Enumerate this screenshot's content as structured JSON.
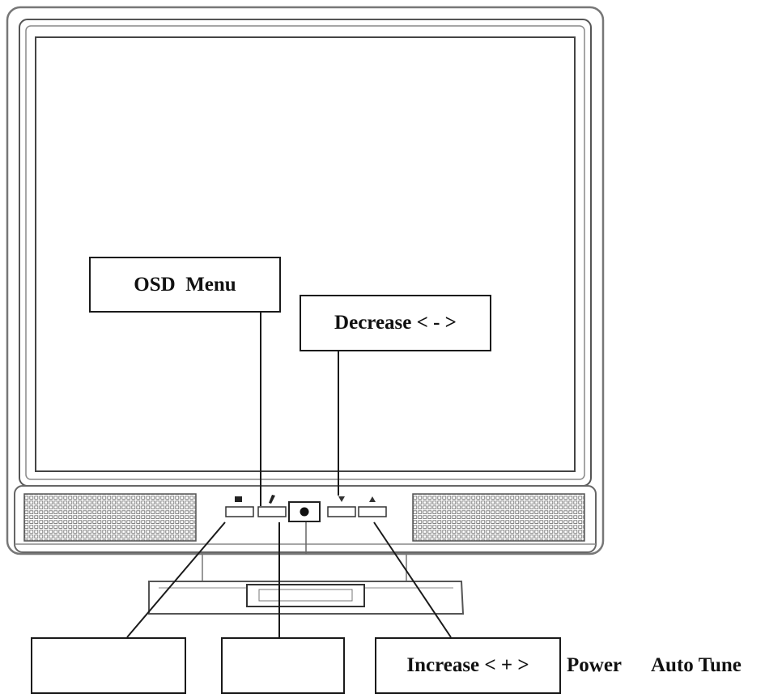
{
  "callouts": {
    "osd_menu": "OSD  Menu",
    "decrease": "Decrease < - >",
    "increase": "Increase < + >",
    "bottom_left": "",
    "bottom_middle": ""
  },
  "labels": {
    "power": "Power",
    "auto_tune": "Auto Tune"
  },
  "colors": {
    "line": "#1a1a1a",
    "outline": "#555555",
    "background": "#ffffff"
  },
  "icons": {
    "button_1": "square-icon",
    "button_2": "brightness-icon",
    "button_3": "power-icon",
    "button_4": "down-triangle-icon",
    "button_5": "up-triangle-icon"
  }
}
